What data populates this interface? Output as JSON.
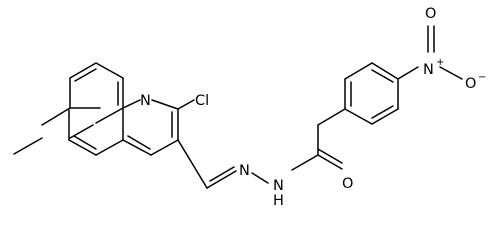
{
  "molecule": {
    "atoms": {
      "n_quinoline": "N",
      "cl": "Cl",
      "n_imine": "N",
      "nh_hydrazide": "N",
      "h_hydrazide": "H",
      "o_carbonyl": "O",
      "n_nitro": "N",
      "n_nitro_charge": "+",
      "o_nitro_top": "O",
      "o_nitro_right": "O",
      "o_nitro_right_charge": "−"
    }
  }
}
